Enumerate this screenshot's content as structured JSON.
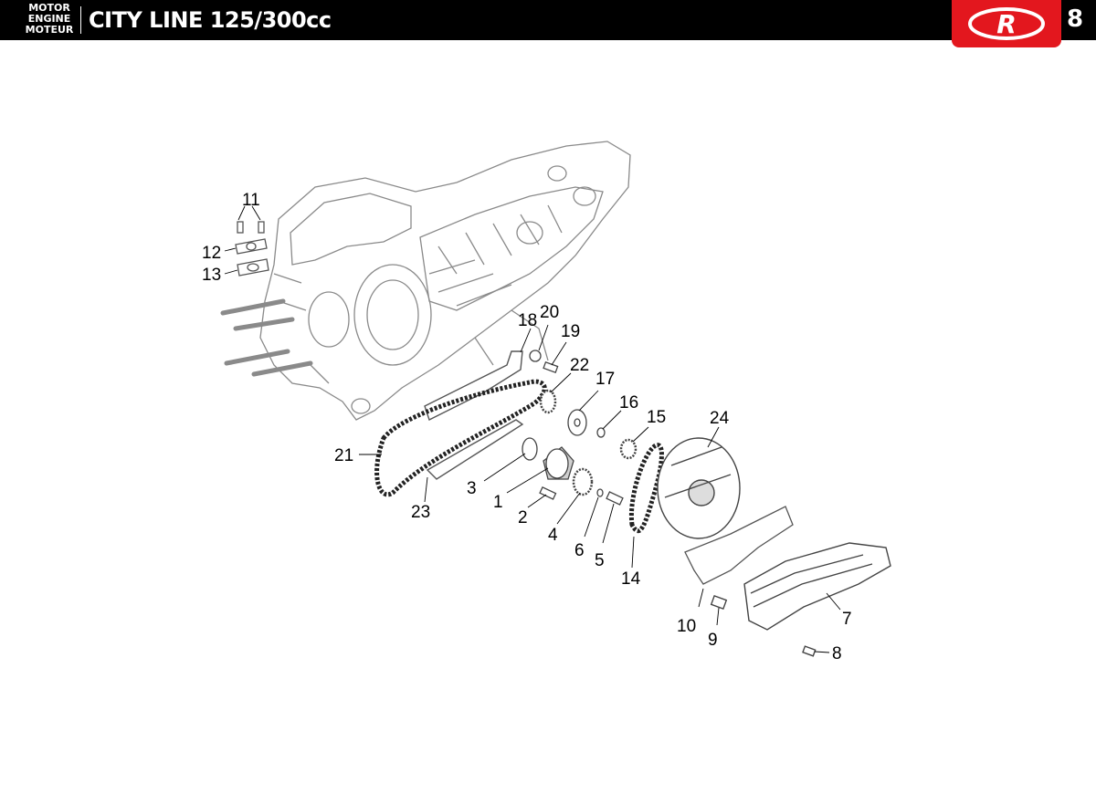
{
  "header": {
    "section_lines": [
      "MOTOR",
      "ENGINE",
      "MOTEUR"
    ],
    "title": "CITY LINE 125/300cc",
    "page_number": "8",
    "logo_letter": "R",
    "accent_color": "#e3171e",
    "bar_color": "#000000"
  },
  "diagram": {
    "callouts": [
      "1",
      "2",
      "3",
      "4",
      "5",
      "6",
      "7",
      "8",
      "9",
      "10",
      "11",
      "12",
      "13",
      "14",
      "15",
      "16",
      "17",
      "18",
      "19",
      "20",
      "21",
      "22",
      "23",
      "24"
    ]
  }
}
